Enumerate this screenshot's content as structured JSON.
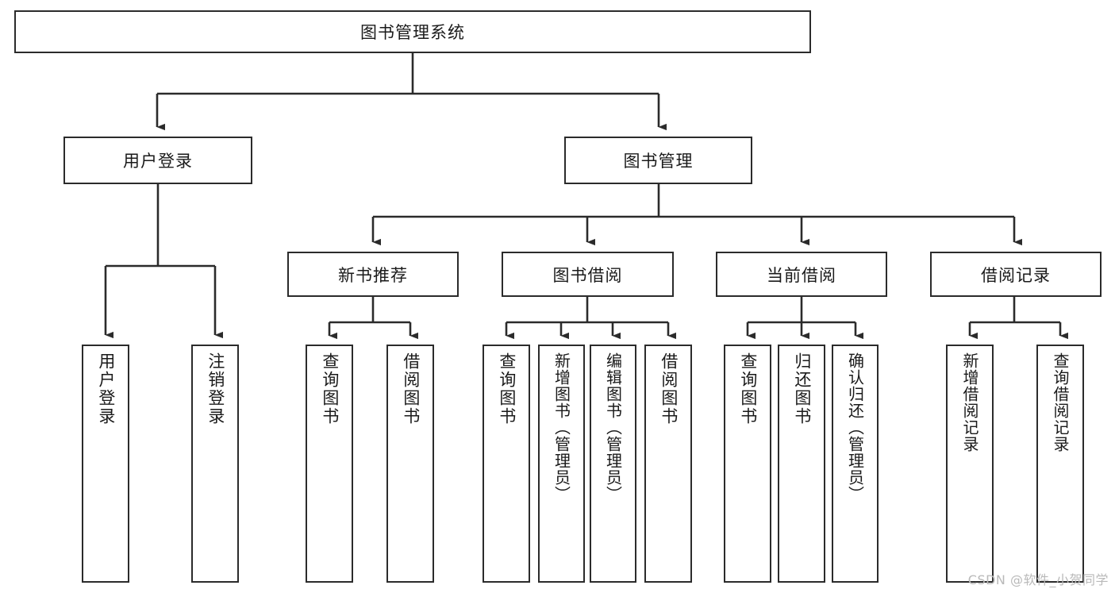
{
  "diagram": {
    "title": "图书管理系统",
    "type": "hierarchy-tree",
    "colors": {
      "border": "#2b2b2b",
      "background": "#ffffff",
      "text": "#1a1a1a",
      "watermark": "#b9b9b9"
    },
    "root": {
      "label": "图书管理系统"
    },
    "level2": [
      {
        "label": "用户登录"
      },
      {
        "label": "图书管理"
      }
    ],
    "level3": [
      {
        "label": "新书推荐"
      },
      {
        "label": "图书借阅"
      },
      {
        "label": "当前借阅"
      },
      {
        "label": "借阅记录"
      }
    ],
    "leaves": {
      "user_login": [
        {
          "label": "用户登录"
        },
        {
          "label": "注销登录"
        }
      ],
      "new_book_recommend": [
        {
          "label": "查询图书"
        },
        {
          "label": "借阅图书"
        }
      ],
      "book_borrow": [
        {
          "label": "查询图书"
        },
        {
          "label": "新增图书（管理员）"
        },
        {
          "label": "编辑图书（管理员）"
        },
        {
          "label": "借阅图书"
        }
      ],
      "current_borrow": [
        {
          "label": "查询图书"
        },
        {
          "label": "归还图书"
        },
        {
          "label": "确认归还（管理员）"
        }
      ],
      "borrow_record": [
        {
          "label": "新增借阅记录"
        },
        {
          "label": "查询借阅记录"
        }
      ]
    }
  },
  "watermark": {
    "text": "CSDN @软件_小贺同学"
  }
}
